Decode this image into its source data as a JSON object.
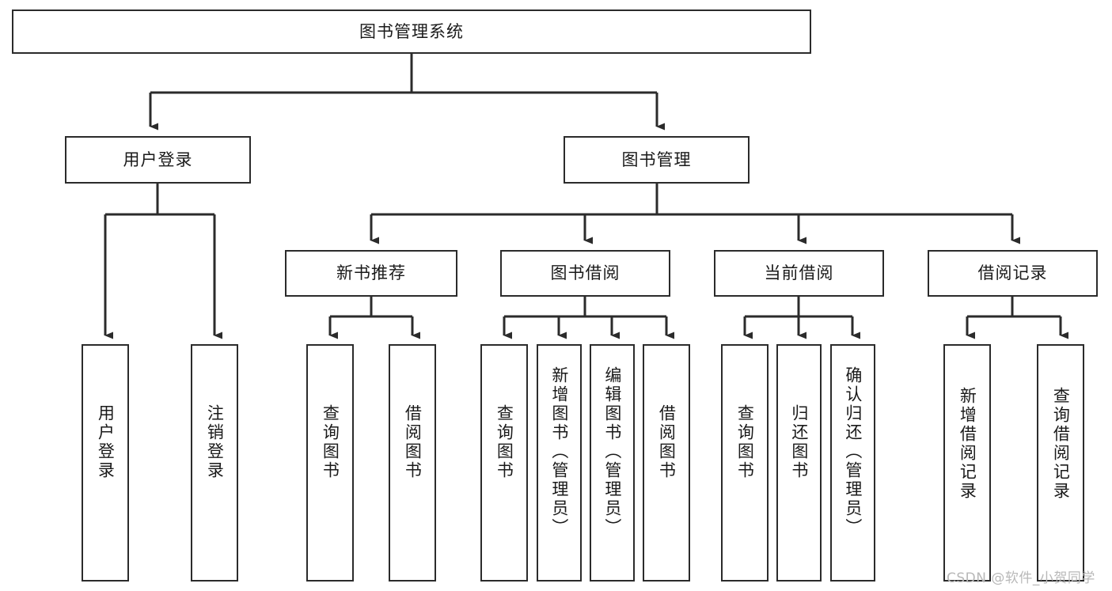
{
  "diagram": {
    "type": "hierarchy-tree",
    "title": "图书管理系统",
    "stroke_color": "#2b2b2b",
    "background_color": "#ffffff",
    "text_color": "#1a1a1a"
  },
  "nodes": {
    "root": {
      "label": "图书管理系统",
      "level": 1,
      "orientation": "horizontal"
    },
    "l2": [
      {
        "id": "user-login",
        "label": "用户登录",
        "level": 2,
        "orientation": "horizontal"
      },
      {
        "id": "book-manage",
        "label": "图书管理",
        "level": 2,
        "orientation": "horizontal"
      }
    ],
    "l3": [
      {
        "id": "new-book-recommend",
        "label": "新书推荐",
        "level": 3,
        "orientation": "horizontal"
      },
      {
        "id": "book-borrow",
        "label": "图书借阅",
        "level": 3,
        "orientation": "horizontal"
      },
      {
        "id": "current-borrow",
        "label": "当前借阅",
        "level": 3,
        "orientation": "horizontal"
      },
      {
        "id": "borrow-record",
        "label": "借阅记录",
        "level": 3,
        "orientation": "horizontal"
      }
    ],
    "leaves": {
      "user_login": [
        {
          "id": "leaf-user-login",
          "label": "用户登录"
        },
        {
          "id": "leaf-logout-login",
          "label": "注销登录"
        }
      ],
      "new_book_recommend": [
        {
          "id": "leaf-query-book-1",
          "label": "查询图书"
        },
        {
          "id": "leaf-borrow-book-1",
          "label": "借阅图书"
        }
      ],
      "book_borrow": [
        {
          "id": "leaf-query-book-2",
          "label": "查询图书"
        },
        {
          "id": "leaf-add-book",
          "label": "新增图书（管理员）"
        },
        {
          "id": "leaf-edit-book",
          "label": "编辑图书（管理员）"
        },
        {
          "id": "leaf-borrow-book-2",
          "label": "借阅图书"
        }
      ],
      "current_borrow": [
        {
          "id": "leaf-query-book-3",
          "label": "查询图书"
        },
        {
          "id": "leaf-return-book",
          "label": "归还图书"
        },
        {
          "id": "leaf-confirm-return",
          "label": "确认归还（管理员）"
        }
      ],
      "borrow_record": [
        {
          "id": "leaf-add-record",
          "label": "新增借阅记录"
        },
        {
          "id": "leaf-query-record",
          "label": "查询借阅记录"
        }
      ]
    }
  },
  "watermark": {
    "text": "CSDN @软件_小贺同学"
  }
}
